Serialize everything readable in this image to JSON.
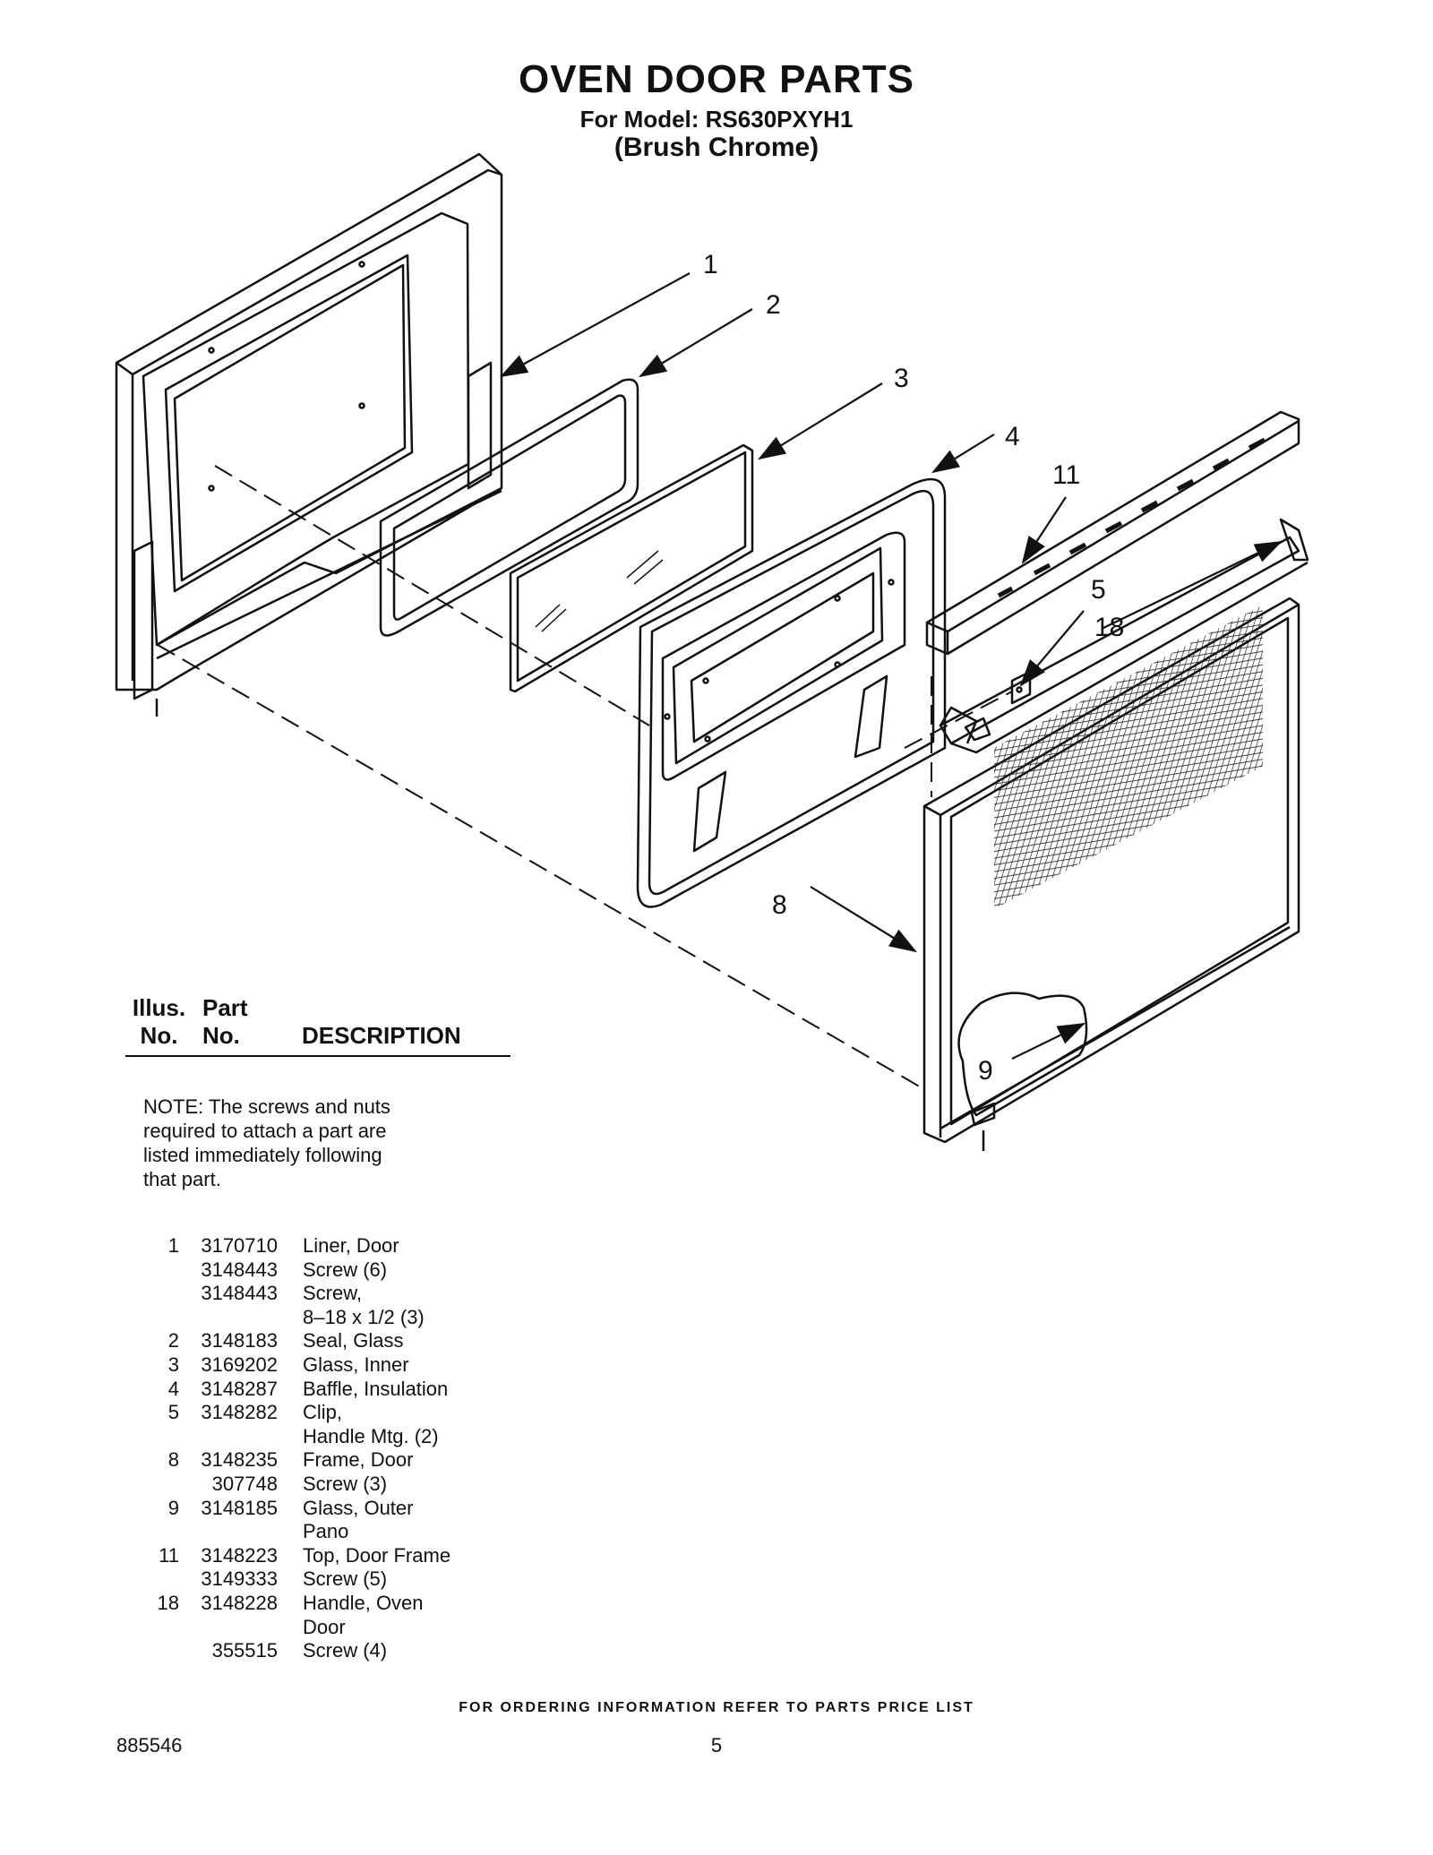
{
  "header": {
    "title": "OVEN DOOR PARTS",
    "model": "For Model: RS630PXYH1",
    "finish": "(Brush Chrome)"
  },
  "callouts": [
    "1",
    "2",
    "3",
    "4",
    "11",
    "5",
    "18",
    "8",
    "9"
  ],
  "table_header": {
    "illus_line1": "Illus.",
    "illus_line2": "No.",
    "part_line1": "Part",
    "part_line2": "No.",
    "description": "DESCRIPTION"
  },
  "note": [
    "NOTE: The screws and nuts",
    "required to attach a part are",
    "listed immediately following",
    "that part."
  ],
  "parts": [
    {
      "illus": "1",
      "part": "3170710",
      "desc": "Liner, Door"
    },
    {
      "illus": "",
      "part": "3148443",
      "desc": "Screw (6)"
    },
    {
      "illus": "",
      "part": "3148443",
      "desc": "Screw,"
    },
    {
      "illus": "",
      "part": "",
      "desc": "8–18 x 1/2 (3)"
    },
    {
      "illus": "2",
      "part": "3148183",
      "desc": "Seal, Glass"
    },
    {
      "illus": "3",
      "part": "3169202",
      "desc": "Glass, Inner"
    },
    {
      "illus": "4",
      "part": "3148287",
      "desc": "Baffle, Insulation"
    },
    {
      "illus": "5",
      "part": "3148282",
      "desc": "Clip,"
    },
    {
      "illus": "",
      "part": "",
      "desc": "Handle Mtg. (2)"
    },
    {
      "illus": "8",
      "part": "3148235",
      "desc": "Frame, Door"
    },
    {
      "illus": "",
      "part": "307748",
      "desc": "Screw (3)"
    },
    {
      "illus": "9",
      "part": "3148185",
      "desc": "Glass, Outer"
    },
    {
      "illus": "",
      "part": "",
      "desc": "Pano"
    },
    {
      "illus": "11",
      "part": "3148223",
      "desc": "Top, Door Frame"
    },
    {
      "illus": "",
      "part": "3149333",
      "desc": "Screw (5)"
    },
    {
      "illus": "18",
      "part": "3148228",
      "desc": "Handle, Oven"
    },
    {
      "illus": "",
      "part": "",
      "desc": "Door"
    },
    {
      "illus": "",
      "part": "355515",
      "desc": "Screw (4)"
    }
  ],
  "footer": {
    "ordering": "FOR ORDERING INFORMATION REFER TO PARTS PRICE LIST",
    "doc_number": "885546",
    "page": "5"
  }
}
